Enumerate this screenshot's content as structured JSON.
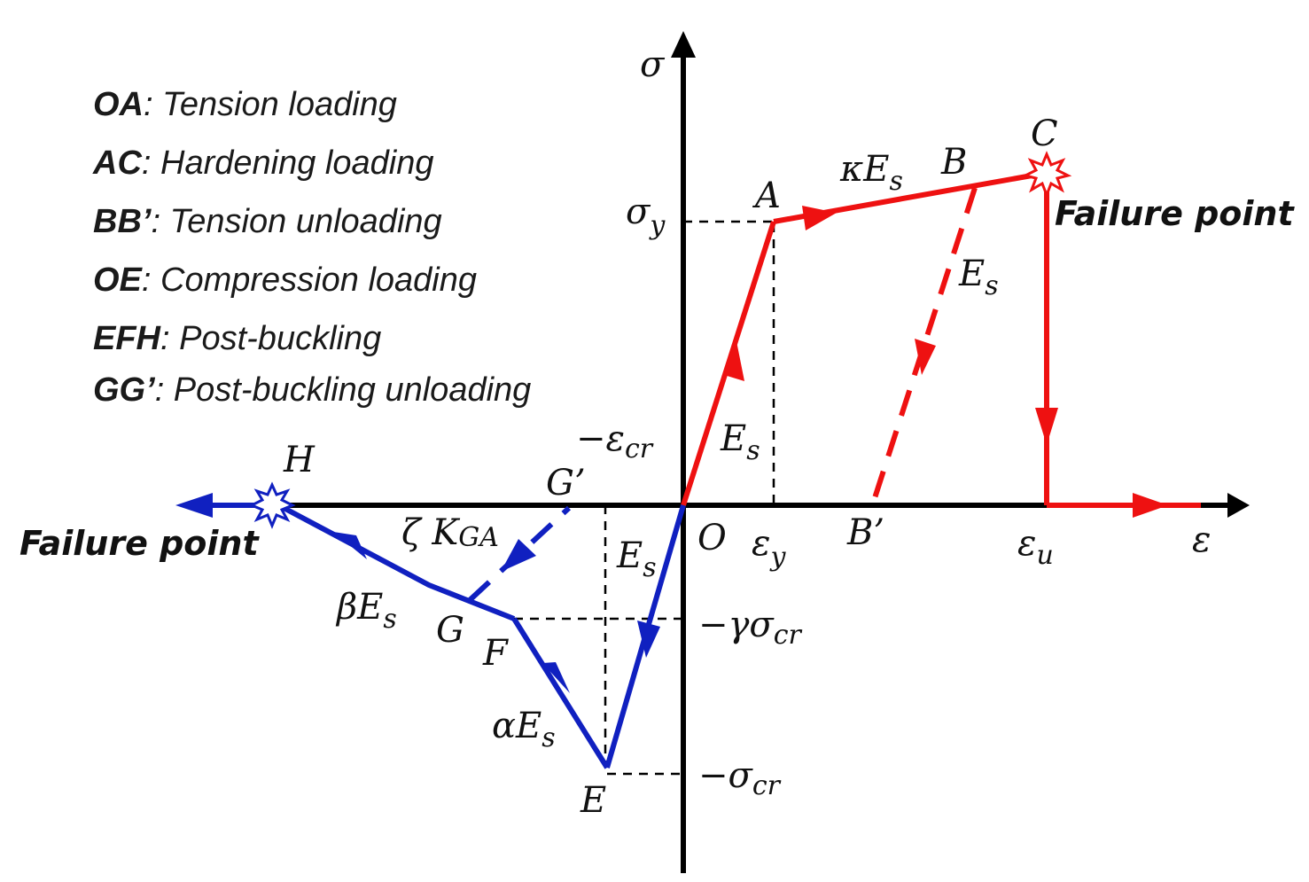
{
  "colors": {
    "axis": "#000000",
    "tension": "#ee1111",
    "compression": "#1020c0",
    "guide": "#000000"
  },
  "legend": [
    {
      "key": "OA",
      "desc": ": Tension loading"
    },
    {
      "key": "AC",
      "desc": ": Hardening loading"
    },
    {
      "key": "BB’",
      "desc": ": Tension unloading"
    },
    {
      "key": "OE",
      "desc": ": Compression loading"
    },
    {
      "key": "EFH",
      "desc": ": Post-buckling"
    },
    {
      "key": "GG’",
      "desc": ": Post-buckling unloading"
    }
  ],
  "axes": {
    "x_label": "ε",
    "y_label": "σ"
  },
  "points": {
    "O": "O",
    "A": "A",
    "B": "B",
    "B_prime": "B’",
    "C": "C",
    "E": "E",
    "F": "F",
    "G": "G",
    "G_prime": "G’",
    "H": "H"
  },
  "symbols": {
    "sigma": "σ",
    "epsilon": "ε",
    "minus_sigma": "−σ",
    "minus_gamma_sigma": "−γσ",
    "minus_epsilon": "−ε",
    "sub_y": "y",
    "sub_u": "u",
    "sub_cr": "cr",
    "sub_s": "s",
    "sub_ga": "GA",
    "E": "E",
    "kappa_E": "κE",
    "alpha_E": "αE",
    "beta_E": "βE",
    "zeta_K": "ζ K"
  },
  "failure_label": "Failure point",
  "icons": {
    "failure_marker": "burst-star-icon"
  }
}
